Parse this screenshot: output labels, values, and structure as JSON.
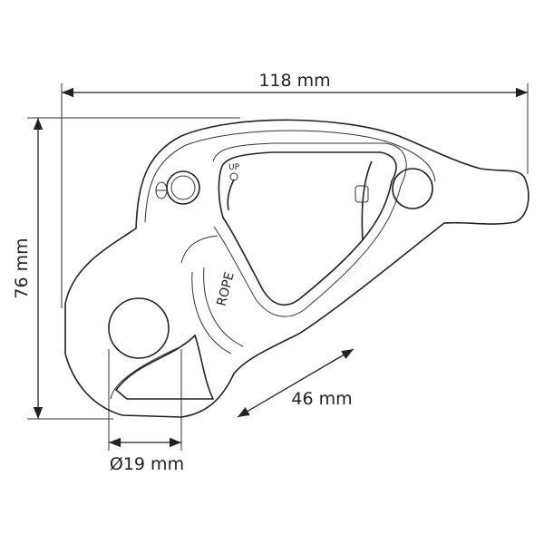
{
  "dimensions": {
    "width": "118 mm",
    "height": "76 mm",
    "length": "46 mm",
    "rope_diameter": "Ø19 mm"
  },
  "device_markings": {
    "up": "UP",
    "rope": "ROPE"
  },
  "colors": {
    "line": "#222222",
    "background": "#ffffff"
  }
}
